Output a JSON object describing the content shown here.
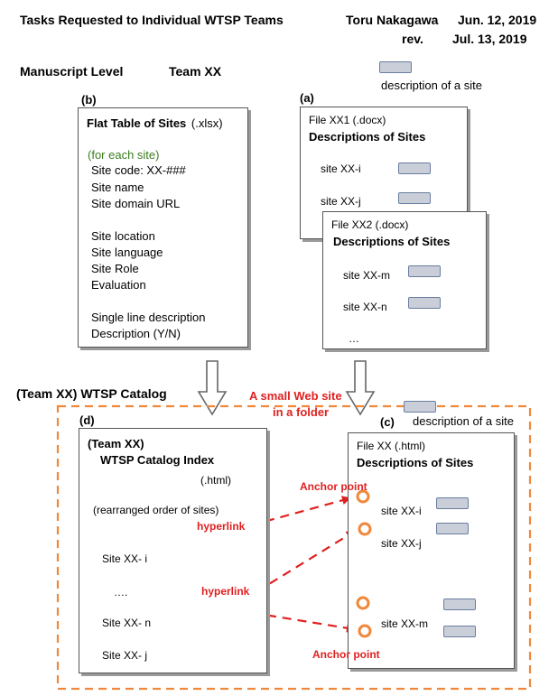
{
  "header": {
    "title": "Tasks Requested to Individual WTSP Teams",
    "author": "Toru Nakagawa",
    "date": "Jun. 12, 2019",
    "rev_label": "rev.",
    "rev_date": "Jul. 13, 2019"
  },
  "manuscript": {
    "level_label": "Manuscript Level",
    "team_label": "Team XX",
    "legend_text": "description of a site"
  },
  "box_b": {
    "tag": "(b)",
    "title_bold": "Flat Table of Sites",
    "title_ext": "(.xlsx)",
    "for_each": "(for each site)",
    "fields": [
      "Site code:    XX-###",
      "Site name",
      "Site domain URL",
      "Site location",
      "Site language",
      "Site Role",
      "Evaluation",
      "Single line description",
      "Description  (Y/N)"
    ]
  },
  "box_a": {
    "tag": "(a)",
    "file1": "File  XX1     (.docx)",
    "desc1": "Descriptions  of Sites",
    "site1": "site   XX-i",
    "site2": "site   XX-j",
    "file2": "File  XX2     (.docx)",
    "desc2": "Descriptions of Sites",
    "site3": "site   XX-m",
    "site4": "site   XX-n",
    "ellipsis": "…"
  },
  "catalog": {
    "section_label": "(Team XX) WTSP Catalog",
    "small_site_line1": "A small Web site",
    "small_site_line2": "in a folder",
    "legend_text": "description of a site"
  },
  "box_d": {
    "tag": "(d)",
    "team": "(Team XX)",
    "title": "WTSP Catalog Index",
    "ext": "(.html)",
    "rearranged": "(rearranged order of sites)",
    "site_i": "Site   XX- i",
    "dots": "….",
    "site_n": "Site   XX- n",
    "site_j": "Site   XX- j"
  },
  "box_c": {
    "tag": "(c)",
    "file": "File  XX     (.html)",
    "desc": "Descriptions of Sites",
    "site_i": "site   XX-i",
    "site_j": "site   XX-j",
    "site_m": "site   XX-m"
  },
  "annotations": {
    "anchor_top": "Anchor point",
    "anchor_bottom": "Anchor point",
    "hyperlink_top": "hyperlink",
    "hyperlink_bottom": "hyperlink"
  },
  "colors": {
    "red": "#e02020",
    "orange": "#f0883a",
    "green": "#3a7d1f",
    "icon_fill": "#c9ced8",
    "icon_border": "#6a7ea0"
  }
}
